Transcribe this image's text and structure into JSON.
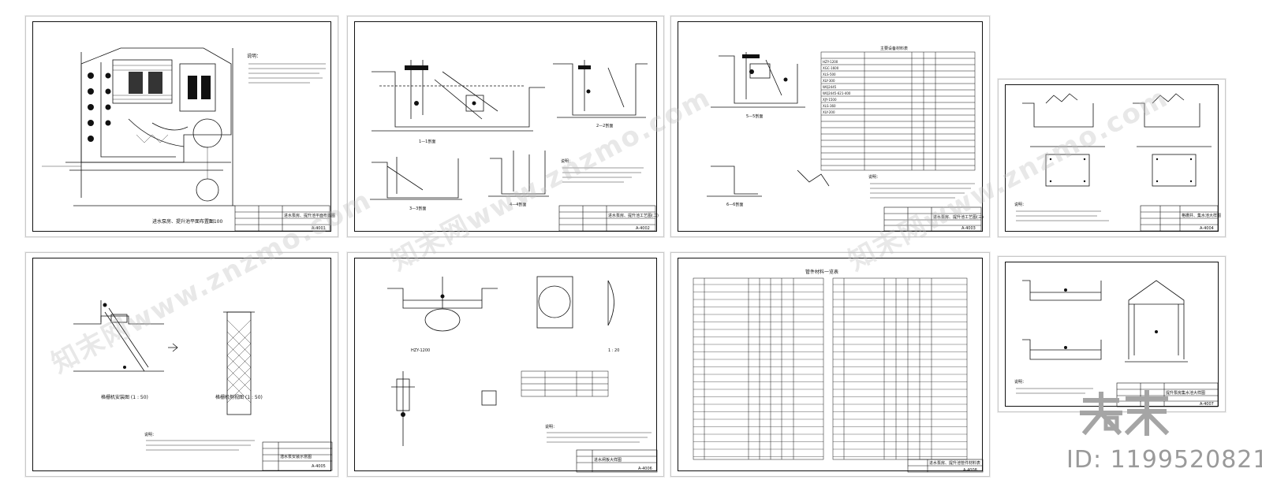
{
  "sheets": [
    {
      "id": "s1",
      "title": "进水泵房、提升池平面布置图",
      "drawing_no": "A-4001",
      "scale_label": "1:100",
      "caption": "进水泵房、提升池平面布置图",
      "notes_title": "说明："
    },
    {
      "id": "s2",
      "title": "进水泵房、提升池工艺图(二)",
      "drawing_no": "A-4002",
      "sections": [
        "1—1剖面",
        "2—2剖面",
        "3—3剖面",
        "4—4剖面"
      ],
      "notes_title": "说明："
    },
    {
      "id": "s3",
      "title": "进水泵房、提升池工艺图(三)",
      "drawing_no": "A-4003",
      "sections": [
        "5—5剖面",
        "6—6剖面"
      ],
      "table_title": "主要设备材料表",
      "notes_title": "说明：",
      "equipment": [
        "HZY-1200",
        "XGC-1600",
        "XLS-500",
        "XLY-300",
        "WQ2445",
        "WQ2445-621-400",
        "XJY-1500",
        "XLS-360",
        "XLY-200"
      ]
    },
    {
      "id": "s4",
      "title": "格栅井、集水池大样图",
      "drawing_no": "A-4004",
      "notes_title": "说明："
    },
    {
      "id": "s5",
      "title": "提升泵房集水池大样图",
      "drawing_no": "A-4007",
      "notes_title": "说明："
    },
    {
      "id": "s6",
      "title": "潜水泵安装示意图",
      "drawing_no": "A-4005",
      "captions": [
        "格栅机安装图 (1 : 50)",
        "格栅机侧视图 (1 : 50)"
      ],
      "notes_title": "说明："
    },
    {
      "id": "s7",
      "title": "进水闸板大样图",
      "drawing_no": "A-4006",
      "captions": [
        "HZY-1200",
        "1 : 20"
      ],
      "notes_title": "说明："
    },
    {
      "id": "s8",
      "title": "进水泵房、提升池管件材料表",
      "drawing_no": "A-4008",
      "table_title": "管件材料一览表"
    }
  ],
  "watermark": {
    "text": "知末网www.znzmo.com"
  },
  "brand": {
    "logo_text": "知末",
    "id_text": "ID: 1199520821"
  }
}
